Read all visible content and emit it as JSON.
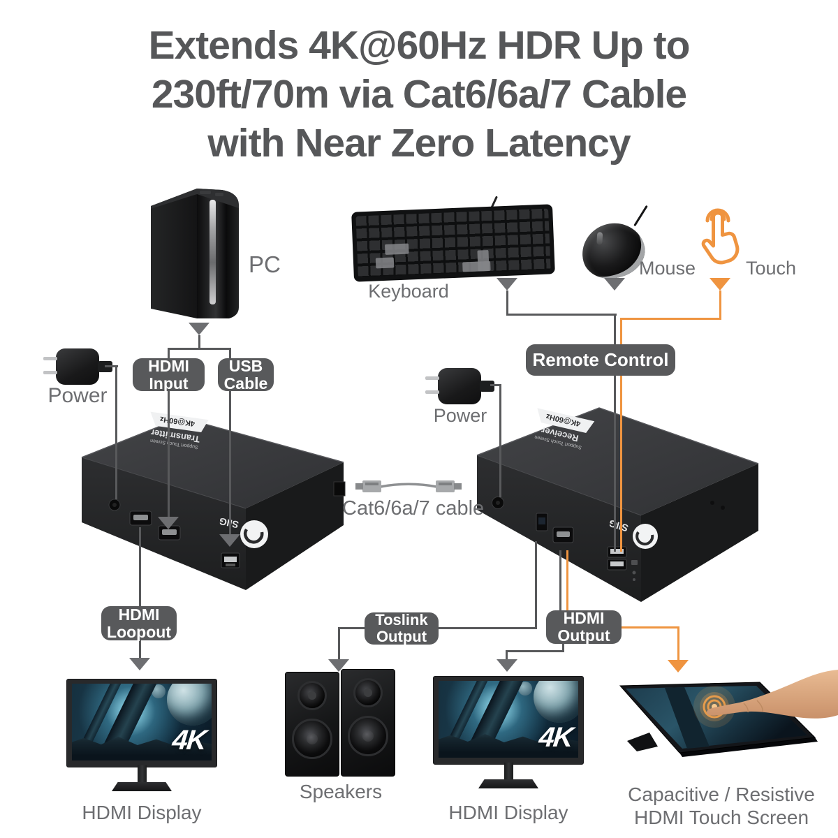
{
  "title": {
    "lines": [
      "Extends 4K@60Hz HDR Up to",
      "230ft/70m via Cat6/6a/7 Cable",
      "with Near Zero Latency"
    ]
  },
  "colors": {
    "accent_orange": "#EF9440",
    "line_gray": "#58595B",
    "label_gray": "#6D6E71",
    "tag_bg": "#58595B"
  },
  "sources": {
    "pc": "PC",
    "keyboard": "Keyboard",
    "mouse": "Mouse",
    "touch": "Touch"
  },
  "power": {
    "left": "Power",
    "right": "Power"
  },
  "tags": {
    "hdmi_input": "HDMI\nInput",
    "usb_cable": "USB\nCable",
    "remote_control": "Remote Control",
    "hdmi_loopout": "HDMI\nLoopout",
    "toslink_output": "Toslink\nOutput",
    "hdmi_output": "HDMI\nOutput"
  },
  "cable": {
    "label": "Cat6/6a/7 cable"
  },
  "devices": {
    "transmitter": {
      "badge": "4K@60Hz",
      "role": "Transmitter",
      "sub": "Support Touch Screen",
      "brand": "SIIG"
    },
    "receiver": {
      "badge": "4K@60Hz",
      "role": "Receiver",
      "sub": "Support Touch Screen",
      "brand": "SIIG"
    }
  },
  "outputs": {
    "display_left": "HDMI Display",
    "speakers": "Speakers",
    "display_right": "HDMI Display",
    "touch_screen_line1": "Capacitive / Resistive",
    "touch_screen_line2": "HDMI Touch Screen",
    "screen_badge": "4K"
  }
}
